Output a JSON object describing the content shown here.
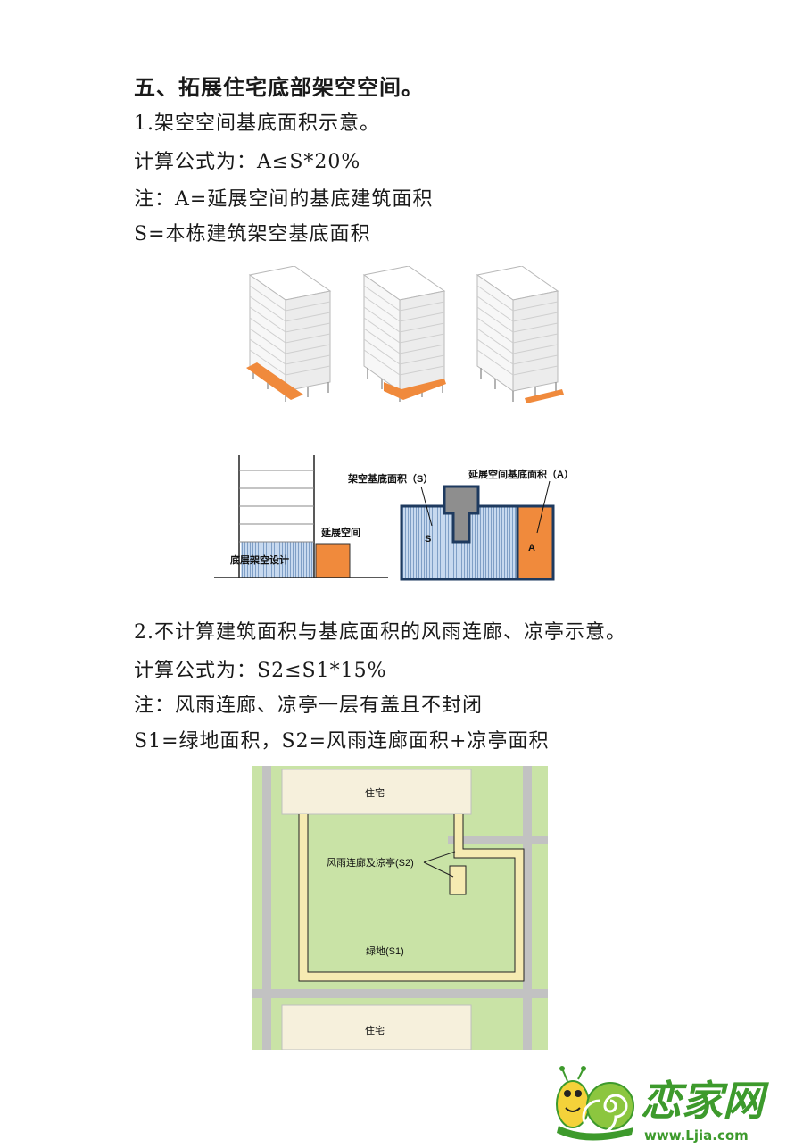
{
  "section": {
    "heading": "五、拓展住宅底部架空空间。",
    "item1": {
      "title": "1.架空空间基底面积示意。",
      "formula": "计算公式为：A≤S*20%",
      "note": "注：A=延展空间的基底建筑面积",
      "note2": "S=本栋建筑架空基底面积"
    },
    "item2": {
      "title": "2.不计算建筑面积与基底面积的风雨连廊、凉亭示意。",
      "formula": "计算公式为：S2≤S1*15%",
      "note": "注：风雨连廊、凉亭一层有盖且不封闭",
      "note2": "S1=绿地面积，S2=风雨连廊面积+凉亭面积"
    }
  },
  "figure_section": {
    "ground_floor_label": "底层架空设计",
    "extension_label": "延展空间",
    "s_area_label": "架空基底面积（S）",
    "a_area_label": "延展空间基底面积（A）",
    "s_letter": "S",
    "a_letter": "A"
  },
  "figure_plan": {
    "top_building": "住宅",
    "bottom_building": "住宅",
    "corridor_label": "风雨连廊及凉亭(S2)",
    "green_label": "绿地(S1)"
  },
  "logo": {
    "text": "恋家网",
    "url_text": "www.Ljia.com"
  },
  "colors": {
    "orange": "#f08a3c",
    "hatch_blue": "#a9c4e4",
    "green": "#c9e3a6",
    "path": "#f6ebb2",
    "road": "#c2c2c2",
    "logo_green": "#3d9a2c"
  }
}
